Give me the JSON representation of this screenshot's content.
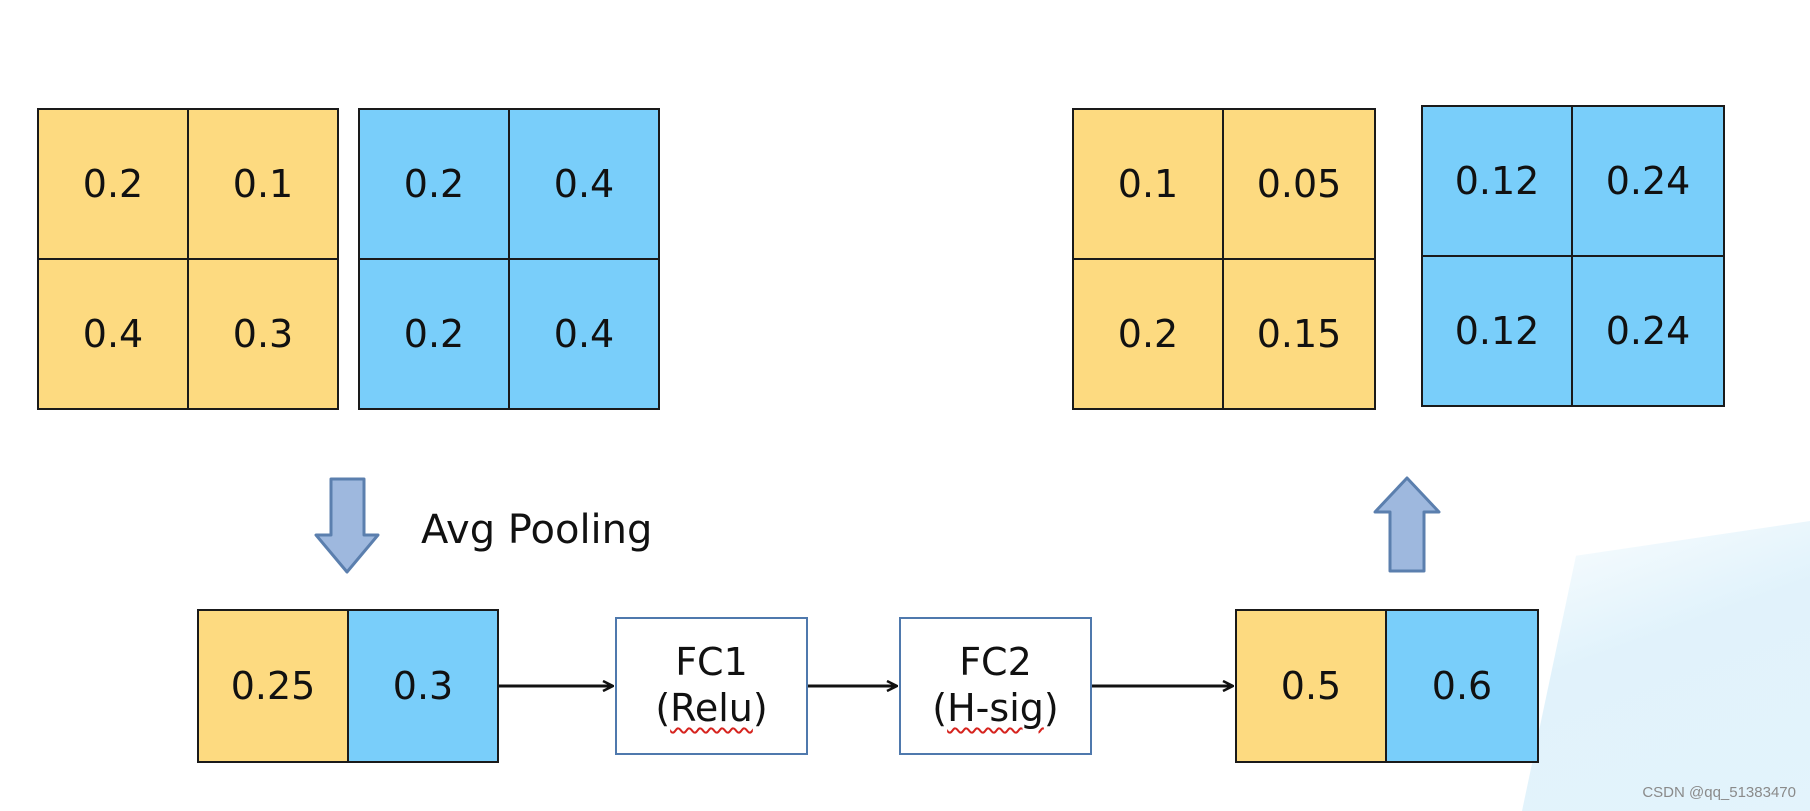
{
  "input_yellow": [
    "0.2",
    "0.1",
    "0.4",
    "0.3"
  ],
  "input_blue": [
    "0.2",
    "0.4",
    "0.2",
    "0.4"
  ],
  "avg_label": "Avg Pooling",
  "pooled": [
    "0.25",
    "0.3"
  ],
  "fc1": {
    "line1": "FC1",
    "open": "(",
    "word": "Relu",
    "close": ")"
  },
  "fc2": {
    "line1": "FC2",
    "open": "(",
    "word": "H-sig",
    "close": ")"
  },
  "weights": [
    "0.5",
    "0.6"
  ],
  "output_yellow": [
    "0.1",
    "0.05",
    "0.2",
    "0.15"
  ],
  "output_blue": [
    "0.12",
    "0.24",
    "0.12",
    "0.24"
  ],
  "watermark": "CSDN @qq_51383470",
  "colors": {
    "yellow": "#fdda80",
    "blue": "#79cefa",
    "arrow_fill": "#9eb8de",
    "arrow_stroke": "#5b7fae",
    "box_border": "#4f79ad"
  }
}
